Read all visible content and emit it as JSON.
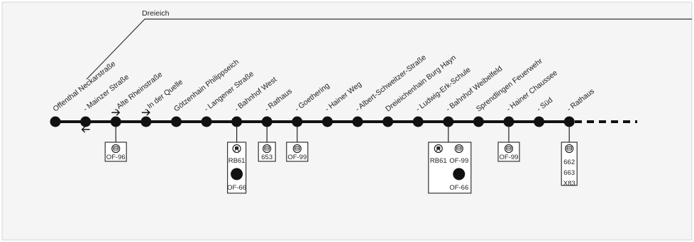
{
  "zone": {
    "label": "Dreieich"
  },
  "stops": [
    {
      "name": "Offenthal Neckarstraße"
    },
    {
      "name": "- Mainzer Straße"
    },
    {
      "name": "- Alte Rheinstraße"
    },
    {
      "name": "- In der Quelle"
    },
    {
      "name": "Götzenhain Philippseich"
    },
    {
      "name": "- Langener Straße"
    },
    {
      "name": "- Bahnhof West"
    },
    {
      "name": "- Rathaus"
    },
    {
      "name": "- Goethering"
    },
    {
      "name": "- Hainer Weg"
    },
    {
      "name": "- Albert-Schweitzer-Straße"
    },
    {
      "name": "Dreieichenhain Burg Hayn"
    },
    {
      "name": "- Ludwig-Erk-Schule"
    },
    {
      "name": "- Bahnhof Weibelfeld"
    },
    {
      "name": "Sprendlingen Feuerwehr"
    },
    {
      "name": "- Hainer Chaussee"
    },
    {
      "name": "- Süd"
    },
    {
      "name": "- Rathaus"
    }
  ],
  "connections": [
    {
      "stop_index": 2,
      "modes": [
        "bus-icon"
      ],
      "lines": [
        "OF-96"
      ]
    },
    {
      "stop_index": 6,
      "modes": [
        "train-icon",
        "s-bahn-dot"
      ],
      "lines": [
        "RB61",
        "OF-66"
      ]
    },
    {
      "stop_index": 7,
      "modes": [
        "bus-icon"
      ],
      "lines": [
        "653"
      ]
    },
    {
      "stop_index": 8,
      "modes": [
        "bus-icon"
      ],
      "lines": [
        "OF-99"
      ]
    },
    {
      "stop_index": 13,
      "modes": [
        "train-icon",
        "bus-icon",
        "s-bahn-dot"
      ],
      "lines": [
        "RB61",
        "OF-99",
        "OF-66"
      ]
    },
    {
      "stop_index": 15,
      "modes": [
        "bus-icon"
      ],
      "lines": [
        "OF-99"
      ]
    },
    {
      "stop_index": 17,
      "modes": [
        "bus-icon"
      ],
      "lines": [
        "662",
        "663",
        "X83"
      ]
    }
  ],
  "direction_arrows": [
    {
      "stop_index": 1,
      "direction": "left"
    },
    {
      "stop_index": 2,
      "direction": "right"
    },
    {
      "stop_index": 3,
      "direction": "right"
    }
  ]
}
